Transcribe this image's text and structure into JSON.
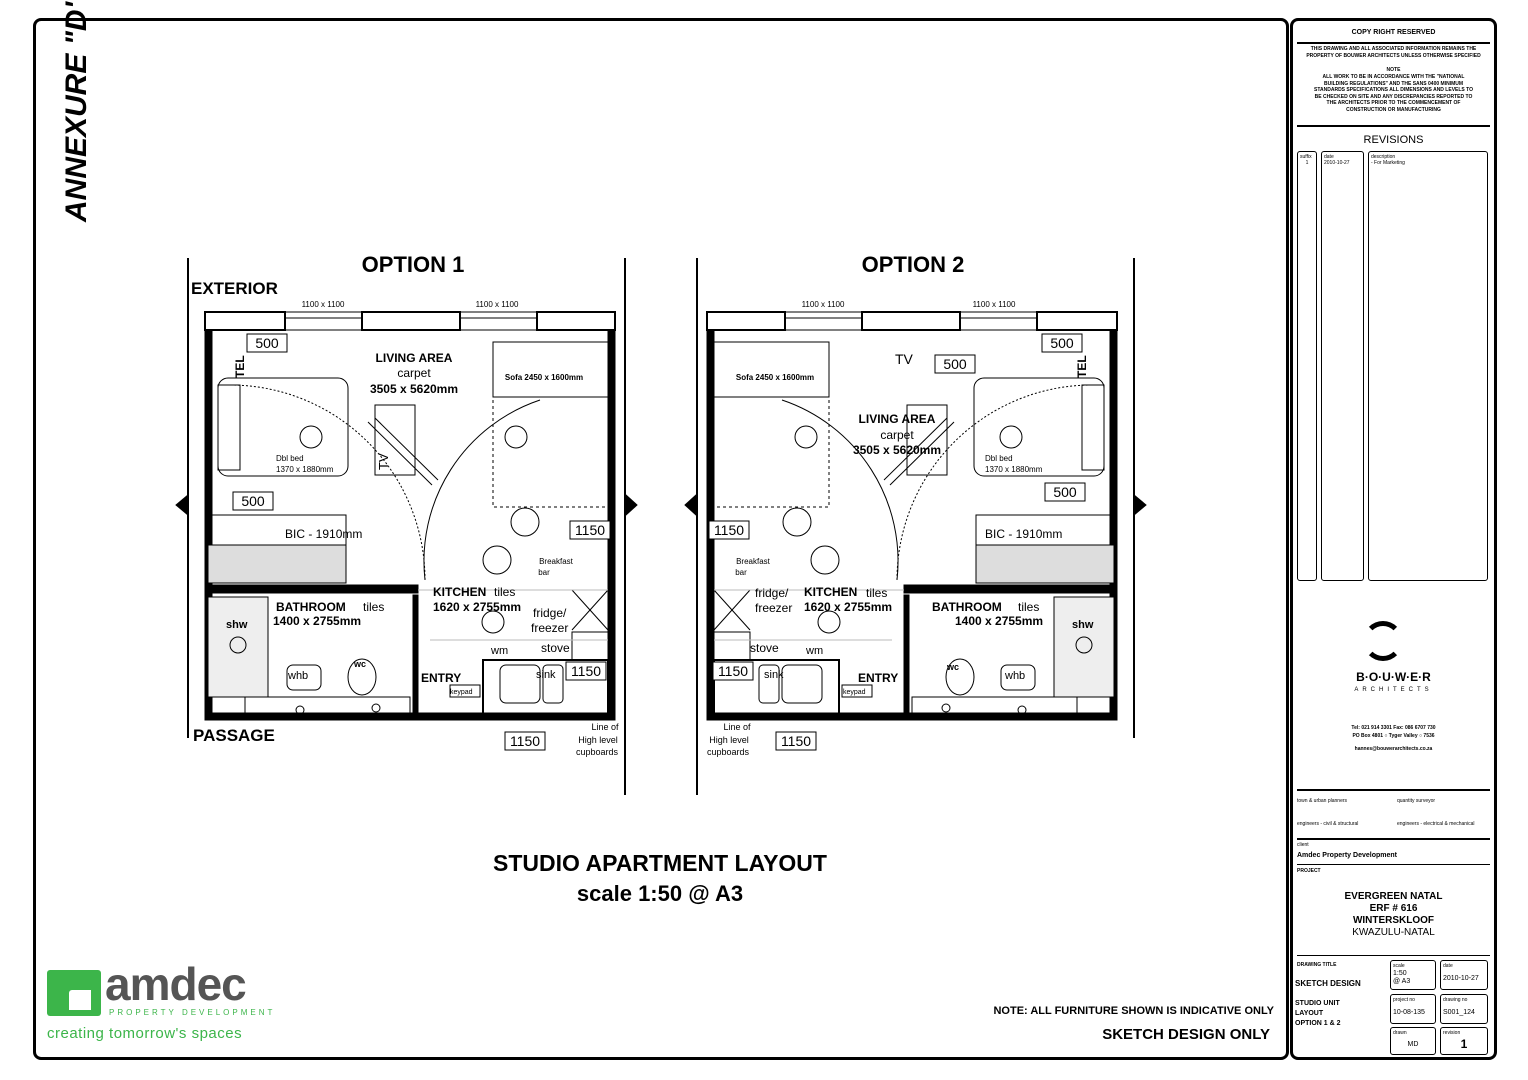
{
  "annexure": "ANNEXURE \"D\"",
  "options": [
    {
      "title": "OPTION 1",
      "exterior": "EXTERIOR",
      "passage": "PASSAGE",
      "window1": "1100 x 1100",
      "window2": "1100 x 1100",
      "dim500a": "500",
      "dim500b": "500",
      "tel": "TEL",
      "tv": "TV",
      "living": "LIVING AREA",
      "living_finish": "carpet",
      "living_size": "3505 x 5620mm",
      "sofa": "Sofa 2450 x 1600mm",
      "bed": "Dbl bed",
      "bed_size": "1370 x 1880mm",
      "bic": "BIC - 1910mm",
      "dim1150a": "1150",
      "dim1150b": "1150",
      "dim1150c": "1150",
      "breakfast": "Breakfast",
      "bar": "bar",
      "kitchen": "KITCHEN",
      "kitchen_finish": "tiles",
      "kitchen_size": "1620 x 2755mm",
      "fridge": "fridge/",
      "freezer": "freezer",
      "stove": "stove",
      "wm": "wm",
      "sink": "sink",
      "bathroom": "BATHROOM",
      "bathroom_finish": "tiles",
      "bathroom_size": "1400 x 2755mm",
      "shw": "shw",
      "wc": "wc",
      "whb": "whb",
      "entry": "ENTRY",
      "keypad": "keypad",
      "line_of": "Line of",
      "high_level": "High level",
      "cupboards": "cupboards"
    },
    {
      "title": "OPTION 2",
      "window1": "1100 x 1100",
      "window2": "1100 x 1100",
      "dim500a": "500",
      "dim500b": "500",
      "dim500c": "500",
      "tel": "TEL",
      "tv": "TV",
      "living": "LIVING AREA",
      "living_finish": "carpet",
      "living_size": "3505 x 5620mm",
      "sofa": "Sofa 2450 x 1600mm",
      "bed": "Dbl bed",
      "bed_size": "1370 x 1880mm",
      "bic": "BIC - 1910mm",
      "dim1150a": "1150",
      "dim1150b": "1150",
      "dim1150c": "1150",
      "breakfast": "Breakfast",
      "bar": "bar",
      "kitchen": "KITCHEN",
      "kitchen_finish": "tiles",
      "kitchen_size": "1620 x 2755mm",
      "fridge": "fridge/",
      "freezer": "freezer",
      "stove": "stove",
      "wm": "wm",
      "sink": "sink",
      "bathroom": "BATHROOM",
      "bathroom_finish": "tiles",
      "bathroom_size": "1400 x 2755mm",
      "shw": "shw",
      "wc": "wc",
      "whb": "whb",
      "entry": "ENTRY",
      "keypad": "keypad",
      "line_of": "Line of",
      "high_level": "High level",
      "cupboards": "cupboards"
    }
  ],
  "layout_title": "STUDIO APARTMENT LAYOUT",
  "layout_scale": "scale 1:50 @ A3",
  "note": "NOTE: ALL FURNITURE SHOWN IS INDICATIVE ONLY",
  "sketch_only": "SKETCH DESIGN ONLY",
  "logo": {
    "name": "amdec",
    "sub": "PROPERTY DEVELOPMENT",
    "tagline": "creating tomorrow's spaces",
    "color": "#3cb54a"
  },
  "title_block": {
    "copyright": "COPY RIGHT RESERVED",
    "copyright_text": "THIS DRAWING AND ALL ASSOCIATED INFORMATION REMAINS THE PROPERTY OF BOUWER ARCHITECTS UNLESS OTHERWISE SPECIFIED",
    "note_heading": "NOTE",
    "note_text": "ALL WORK TO BE IN ACCORDANCE WITH THE \"NATIONAL BUILDING REGULATIONS\" AND THE SANS 0400 MINIMUM STANDARDS SPECIFICATIONS ALL DIMENSIONS AND LEVELS TO BE CHECKED ON SITE AND ANY DISCREPANCIES REPORTED TO THE ARCHITECTS PRIOR TO THE COMMENCEMENT OF CONSTRUCTION OR MANUFACTURING",
    "revisions": "REVISIONS",
    "rev_suffix_label": "suffix",
    "rev_suffix": "1",
    "rev_date_label": "date",
    "rev_date": "2010-10-27",
    "rev_desc_label": "description",
    "rev_desc": "- For Marketing",
    "architect": "B·O·U·W·E·R",
    "architect_sub": "ARCHITECTS",
    "contact1": "Tel: 021 914 3301  Fax: 086 6707 730",
    "contact2": "PO Box 4801 ○  Tyger Valley ○  7536",
    "email": "hannes@bouwerarchitects.co.za",
    "planners": "town & urban planners",
    "qs": "quantity surveyor",
    "eng_civil": "engineers - civil & structural",
    "eng_elec": "engineers - electrical & mechanical",
    "client_label": "client",
    "client": "Amdec Property Development",
    "project_label": "PROJECT",
    "project": [
      "EVERGREEN NATAL",
      "ERF # 616",
      "WINTERSKLOOF",
      "KWAZULU-NATAL"
    ],
    "drawing_title_label": "DRAWING TITLE",
    "drawing_title1": "SKETCH DESIGN",
    "drawing_title2": [
      "STUDIO UNIT",
      "LAYOUT",
      "OPTION 1 & 2"
    ],
    "scale_label": "scale",
    "scale": "1:50",
    "scale2": "@ A3",
    "date_label": "date",
    "date": "2010-10-27",
    "project_no_label": "project no",
    "project_no": "10-08-135",
    "drawing_no_label": "drawing no",
    "drawing_no": "S001_124",
    "drawn_label": "drawn",
    "drawn": "MD",
    "revision_label": "revision",
    "revision": "1"
  }
}
